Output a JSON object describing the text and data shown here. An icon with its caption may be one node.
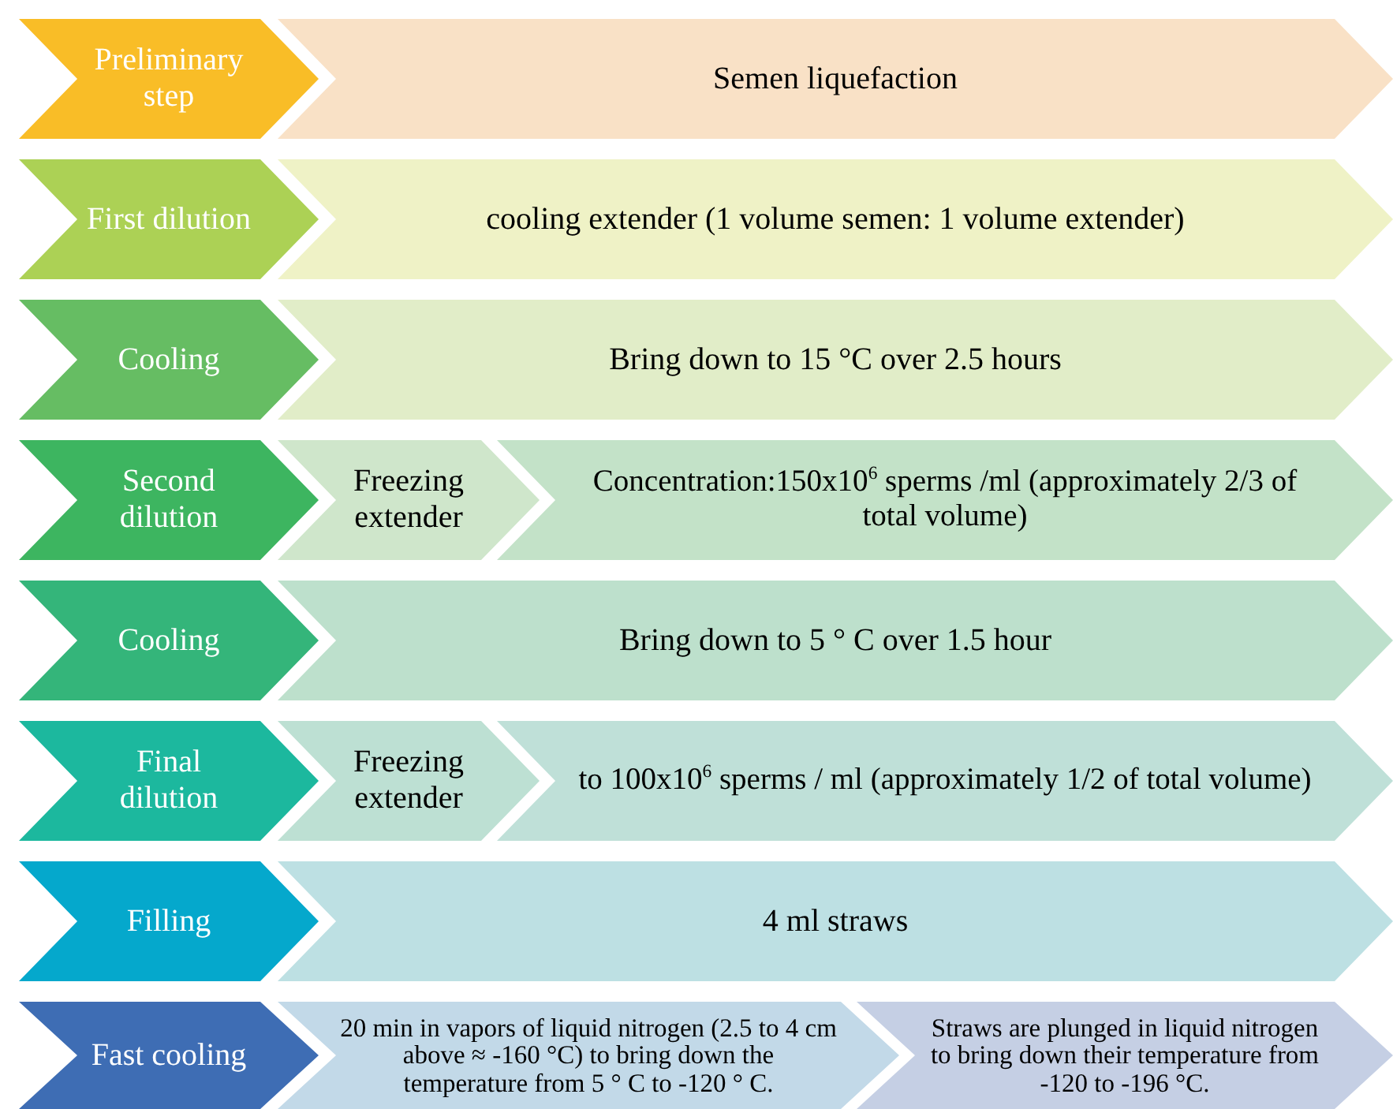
{
  "diagram": {
    "nodes": [
      {
        "text": [
          "Preliminary step"
        ]
      },
      {
        "text": [
          "Semen liquefaction"
        ]
      },
      {
        "text": [
          "First dilution"
        ]
      },
      {
        "text": [
          "cooling extender (1 volume semen: 1 volume extender)"
        ]
      },
      {
        "text": [
          "Cooling"
        ]
      },
      {
        "text": [
          "Bring down to 15 °C over 2.5 hours"
        ]
      },
      {
        "text": [
          "Second dilution"
        ]
      },
      {
        "text": [
          "Freezing extender"
        ]
      },
      {
        "text": [
          "Concentration:150x10$^{6}$ sperms /ml (approximately 2/3 of total volume)"
        ]
      },
      {
        "text": [
          "Cooling"
        ]
      },
      {
        "text": [
          "Bring down to 5 ° C over 1.5 hour"
        ]
      },
      {
        "text": [
          "Final dilution"
        ]
      },
      {
        "text": [
          "Freezing extender"
        ]
      },
      {
        "text": [
          "to 100x10$^{6}$ sperms / ml (approximately 1/2 of total volume)"
        ]
      },
      {
        "text": [
          "Filling"
        ]
      },
      {
        "text": [
          "4 ml straws"
        ]
      },
      {
        "text": [
          "Fast cooling"
        ]
      },
      {
        "text": [
          "20 min in vapors of liquid nitrogen (2.5 to 4 cm above ≈ -160 °C) to bring down the temperature from 5 ° C to -120 ° C."
        ]
      },
      {
        "text": [
          "Straws are plunged in liquid nitrogen to bring down their temperature from -120 to -196 °C."
        ]
      }
    ]
  }
}
